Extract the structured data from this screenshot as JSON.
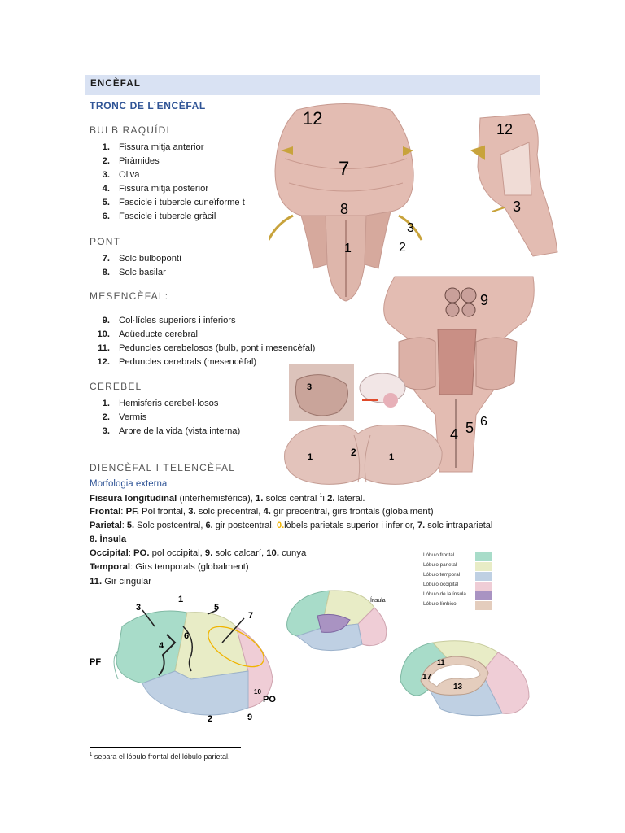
{
  "header": {
    "title": "ENCÈFAL",
    "subtitle": "TRONC DE L’ENCÈFAL"
  },
  "sections": {
    "bulb": {
      "title": "BULB RAQUÍDI",
      "items": [
        {
          "num": "1.",
          "text": "Fissura mitja anterior"
        },
        {
          "num": "2.",
          "text": "Piràmides"
        },
        {
          "num": "3.",
          "text": "Oliva"
        },
        {
          "num": "4.",
          "text": "Fissura mitja posterior"
        },
        {
          "num": "5.",
          "text": "Fascicle i tubercle cuneïforme t"
        },
        {
          "num": "6.",
          "text": "Fascicle i tubercle gràcil"
        }
      ]
    },
    "pont": {
      "title": "PONT",
      "items": [
        {
          "num": "7.",
          "text": "Solc bulbopontí"
        },
        {
          "num": "8.",
          "text": "Solc basilar"
        }
      ]
    },
    "mesencefal": {
      "title": "MESENCÈFAL:",
      "items": [
        {
          "num": "9.",
          "text": "Col·lícles superiors i inferiors"
        },
        {
          "num": "10.",
          "text": "Aqüeducte cerebral"
        },
        {
          "num": "11.",
          "text": "Peduncles cerebelosos (bulb, pont i mesencèfal)"
        },
        {
          "num": "12.",
          "text": "Peduncles cerebrals (mesencèfal)"
        }
      ]
    },
    "cerebel": {
      "title": "CEREBEL",
      "items": [
        {
          "num": "1.",
          "text": "Hemisferis cerebel·losos"
        },
        {
          "num": "2.",
          "text": "Vermis"
        },
        {
          "num": "3.",
          "text": "Arbre de la vida (vista interna)"
        }
      ]
    },
    "diencefal": {
      "title": "DIENCÈFAL I TELENCÈFAL"
    }
  },
  "morphology": {
    "heading": "Morfologia externa",
    "line1": {
      "a": "Fissura longitudinal",
      "b": " (interhemisfèrica), ",
      "c": "1.",
      "d": " solcs central ",
      "sup": "1",
      "e": "i ",
      "f": "2.",
      "g": " lateral."
    },
    "line2": {
      "a": "Frontal",
      "b": ": ",
      "c": "PF.",
      "d": " Pol frontal, ",
      "e": "3.",
      "f": " solc precentral, ",
      "g": "4.",
      "h": " gir precentral, girs frontals (globalment)"
    },
    "line3": {
      "a": "Parietal",
      "b": ": ",
      "c": "5.",
      "d": " Solc postcentral, ",
      "e": "6.",
      "f": " gir postcentral, ",
      "g": "0.",
      "h": "lòbels parietals superior i inferior, ",
      "i": "7.",
      "j": " solc intraparietal"
    },
    "line4": {
      "a": "8. Ínsula"
    },
    "line5": {
      "a": "Occipital",
      "b": ": ",
      "c": "PO.",
      "d": " pol occipital, ",
      "e": "9.",
      "f": " solc calcarí, ",
      "g": "10.",
      "h": " cunya"
    },
    "line6": {
      "a": "Temporal",
      "b": ": Girs temporals (globalment)"
    },
    "line7": {
      "a": "11.",
      "b": " Gir cingular"
    }
  },
  "legend": [
    {
      "label": "Lóbulo frontal",
      "color": "#a8dcc9"
    },
    {
      "label": "Lóbulo parietal",
      "color": "#e8ecc6"
    },
    {
      "label": "Lóbulo temporal",
      "color": "#bfd0e3"
    },
    {
      "label": "Lóbulo occipital",
      "color": "#efcdd6"
    },
    {
      "label": "Lóbulo de la ínsula",
      "color": "#a993c2"
    },
    {
      "label": "Lóbulo límbico",
      "color": "#e4cdbd"
    }
  ],
  "figure_labels": {
    "brainstem_front": [
      "12",
      "7",
      "8",
      "3",
      "2",
      "1"
    ],
    "brainstem_side": [
      "12",
      "3"
    ],
    "brainstem_back": [
      "9",
      "4",
      "5",
      "6"
    ],
    "cerebellum": [
      "1",
      "2",
      "1",
      "3"
    ],
    "lateral_brain": [
      "3",
      "1",
      "5",
      "7",
      "6",
      "4",
      "PF",
      "10",
      "PO",
      "2",
      "9"
    ],
    "insula_brain": [
      "Ínsula"
    ],
    "medial_brain": [
      "11",
      "17",
      "13"
    ]
  },
  "footnote": {
    "sup": "1",
    "text": " separa el lóbulo frontal del lóbulo parietal."
  }
}
